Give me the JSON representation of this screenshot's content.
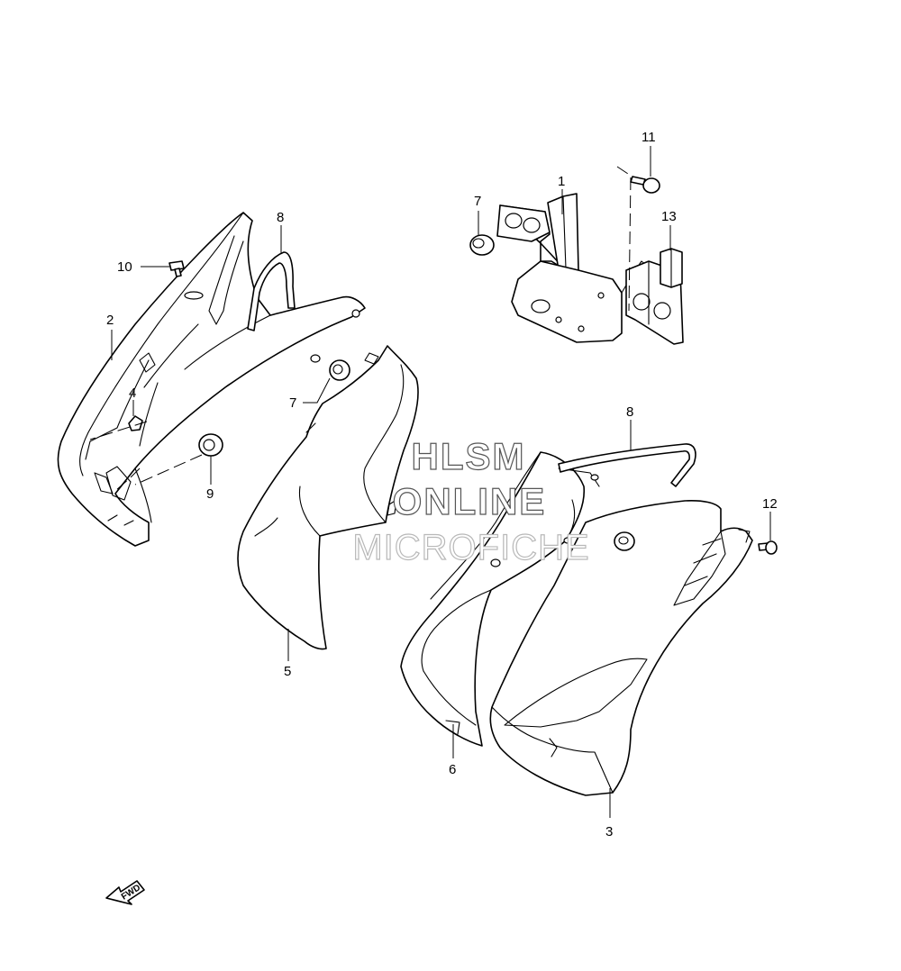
{
  "callouts": {
    "c1": "1",
    "c2": "2",
    "c3": "3",
    "c4": "4",
    "c5": "5",
    "c6": "6",
    "c7a": "7",
    "c7b": "7",
    "c8a": "8",
    "c8b": "8",
    "c9": "9",
    "c10": "10",
    "c11": "11",
    "c12": "12",
    "c13": "13"
  },
  "watermark": {
    "line1": "HLSM",
    "line2": "ONLINE",
    "line3": "MICROFICHE"
  },
  "direction_indicator": {
    "label": "FWD",
    "icon": "fwd-arrow-icon"
  },
  "colors": {
    "line": "#000000",
    "background": "#ffffff"
  }
}
